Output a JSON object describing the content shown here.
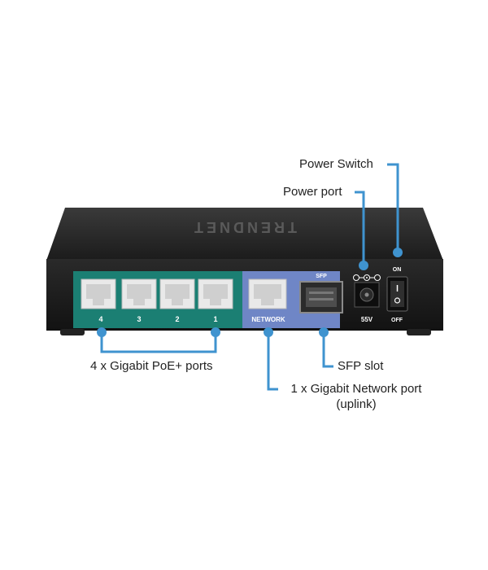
{
  "device": {
    "brand_mark": "TRENDNET",
    "poe_port_numbers": [
      "4",
      "3",
      "2",
      "1"
    ],
    "network_label": "NETWORK",
    "sfp_label": "SFP",
    "power_label": "55V",
    "switch_on_label": "ON",
    "switch_off_label": "OFF"
  },
  "callouts": {
    "power_switch": "Power Switch",
    "power_port": "Power port",
    "poe_ports": "4 x Gigabit PoE+ ports",
    "sfp_slot": "SFP slot",
    "network_port_line1": "1 x Gigabit Network port",
    "network_port_line2": "(uplink)"
  },
  "colors": {
    "callout_blue": "#3f93cf",
    "poe_panel": "#1b7f73",
    "network_panel": "#6f86c6",
    "chassis": "#1a1a1a"
  }
}
